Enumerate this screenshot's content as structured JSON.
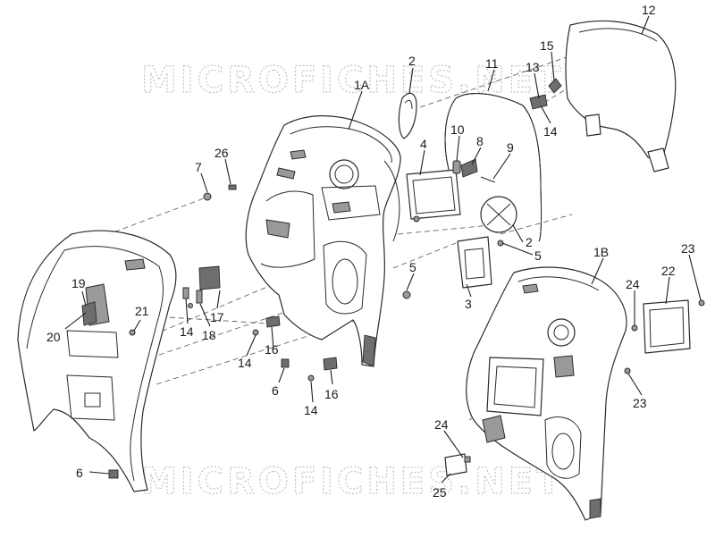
{
  "watermark": "MICROFICHES.NET",
  "callouts": {
    "c1A": "1A",
    "c1B": "1B",
    "c2a": "2",
    "c2b": "2",
    "c3": "3",
    "c4": "4",
    "c5a": "5",
    "c5b": "5",
    "c6a": "6",
    "c6b": "6",
    "c7": "7",
    "c8": "8",
    "c9": "9",
    "c10": "10",
    "c11": "11",
    "c12": "12",
    "c13": "13",
    "c14a": "14",
    "c14b": "14",
    "c14c": "14",
    "c14d": "14",
    "c15": "15",
    "c16a": "16",
    "c16b": "16",
    "c17": "17",
    "c18": "18",
    "c19": "19",
    "c20": "20",
    "c21": "21",
    "c22": "22",
    "c23a": "23",
    "c23b": "23",
    "c24a": "24",
    "c24b": "24",
    "c25": "25",
    "c26": "26"
  }
}
